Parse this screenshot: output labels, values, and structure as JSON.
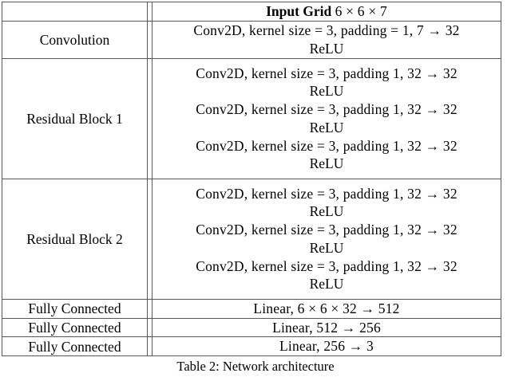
{
  "table": {
    "header": {
      "stage": "",
      "spec_bold": "Input Grid",
      "spec_math": "6 × 6 × 7"
    },
    "rows": [
      {
        "stage": "Convolution",
        "lines": [
          "Conv2D, kernel size = 3, padding = 1, 7 → 32",
          "ReLU"
        ]
      },
      {
        "stage": "Residual Block 1",
        "lines": [
          "Conv2D, kernel size = 3, padding 1, 32 → 32",
          "ReLU",
          "Conv2D, kernel size = 3, padding 1, 32 → 32",
          "ReLU",
          "Conv2D, kernel size = 3, padding 1, 32 → 32",
          "ReLU"
        ]
      },
      {
        "stage": "Residual Block 2",
        "lines": [
          "Conv2D, kernel size = 3, padding 1, 32 → 32",
          "ReLU",
          "Conv2D, kernel size = 3, padding 1, 32 → 32",
          "ReLU",
          "Conv2D, kernel size = 3, padding 1, 32 → 32",
          "ReLU"
        ]
      },
      {
        "stage": "Fully Connected",
        "lines": [
          "Linear, 6 × 6 × 32 → 512"
        ]
      },
      {
        "stage": "Fully Connected",
        "lines": [
          "Linear, 512 → 256"
        ]
      },
      {
        "stage": "Fully Connected",
        "lines": [
          "Linear, 256 → 3"
        ]
      }
    ]
  },
  "caption": "Table 2: Network architecture",
  "colors": {
    "rule": "#58585a",
    "text": "#000000",
    "background": "#ffffff"
  }
}
